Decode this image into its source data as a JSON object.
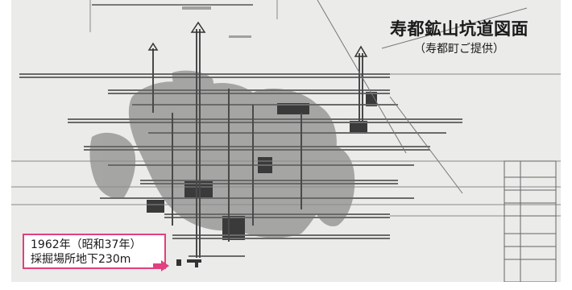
{
  "figure": {
    "title": "寿都鉱山坑道図面",
    "credit": "（寿都町ご提供）",
    "callout": {
      "line1": "1962年（昭和37年）",
      "line2": "採掘場所地下230m"
    },
    "accent_color": "#e0407f"
  }
}
